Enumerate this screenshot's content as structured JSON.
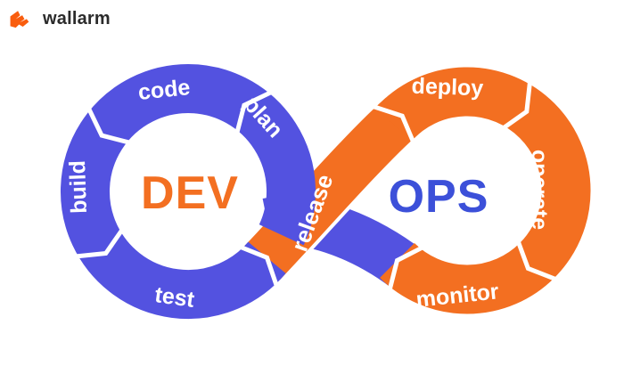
{
  "brand": {
    "name": "wallarm",
    "logo_color": "#f95d0e",
    "name_color": "#2b2b2b"
  },
  "diagram": {
    "type": "devops-infinity-loop",
    "dev": "DEV",
    "ops": "OPS",
    "labels": {
      "plan": "plan",
      "code": "code",
      "build": "build",
      "test": "test",
      "release": "release",
      "deploy": "deploy",
      "operate": "operate",
      "monitor": "monitor"
    },
    "flow_order": [
      "plan",
      "code",
      "build",
      "test",
      "release",
      "deploy",
      "operate",
      "monitor"
    ],
    "colors": {
      "dev_loop": "#5352e0",
      "ops_loop": "#f36f21",
      "dev_text": "#f36f21",
      "ops_text": "#3c50d9",
      "segment_text": "#ffffff",
      "background": "#ffffff"
    }
  }
}
